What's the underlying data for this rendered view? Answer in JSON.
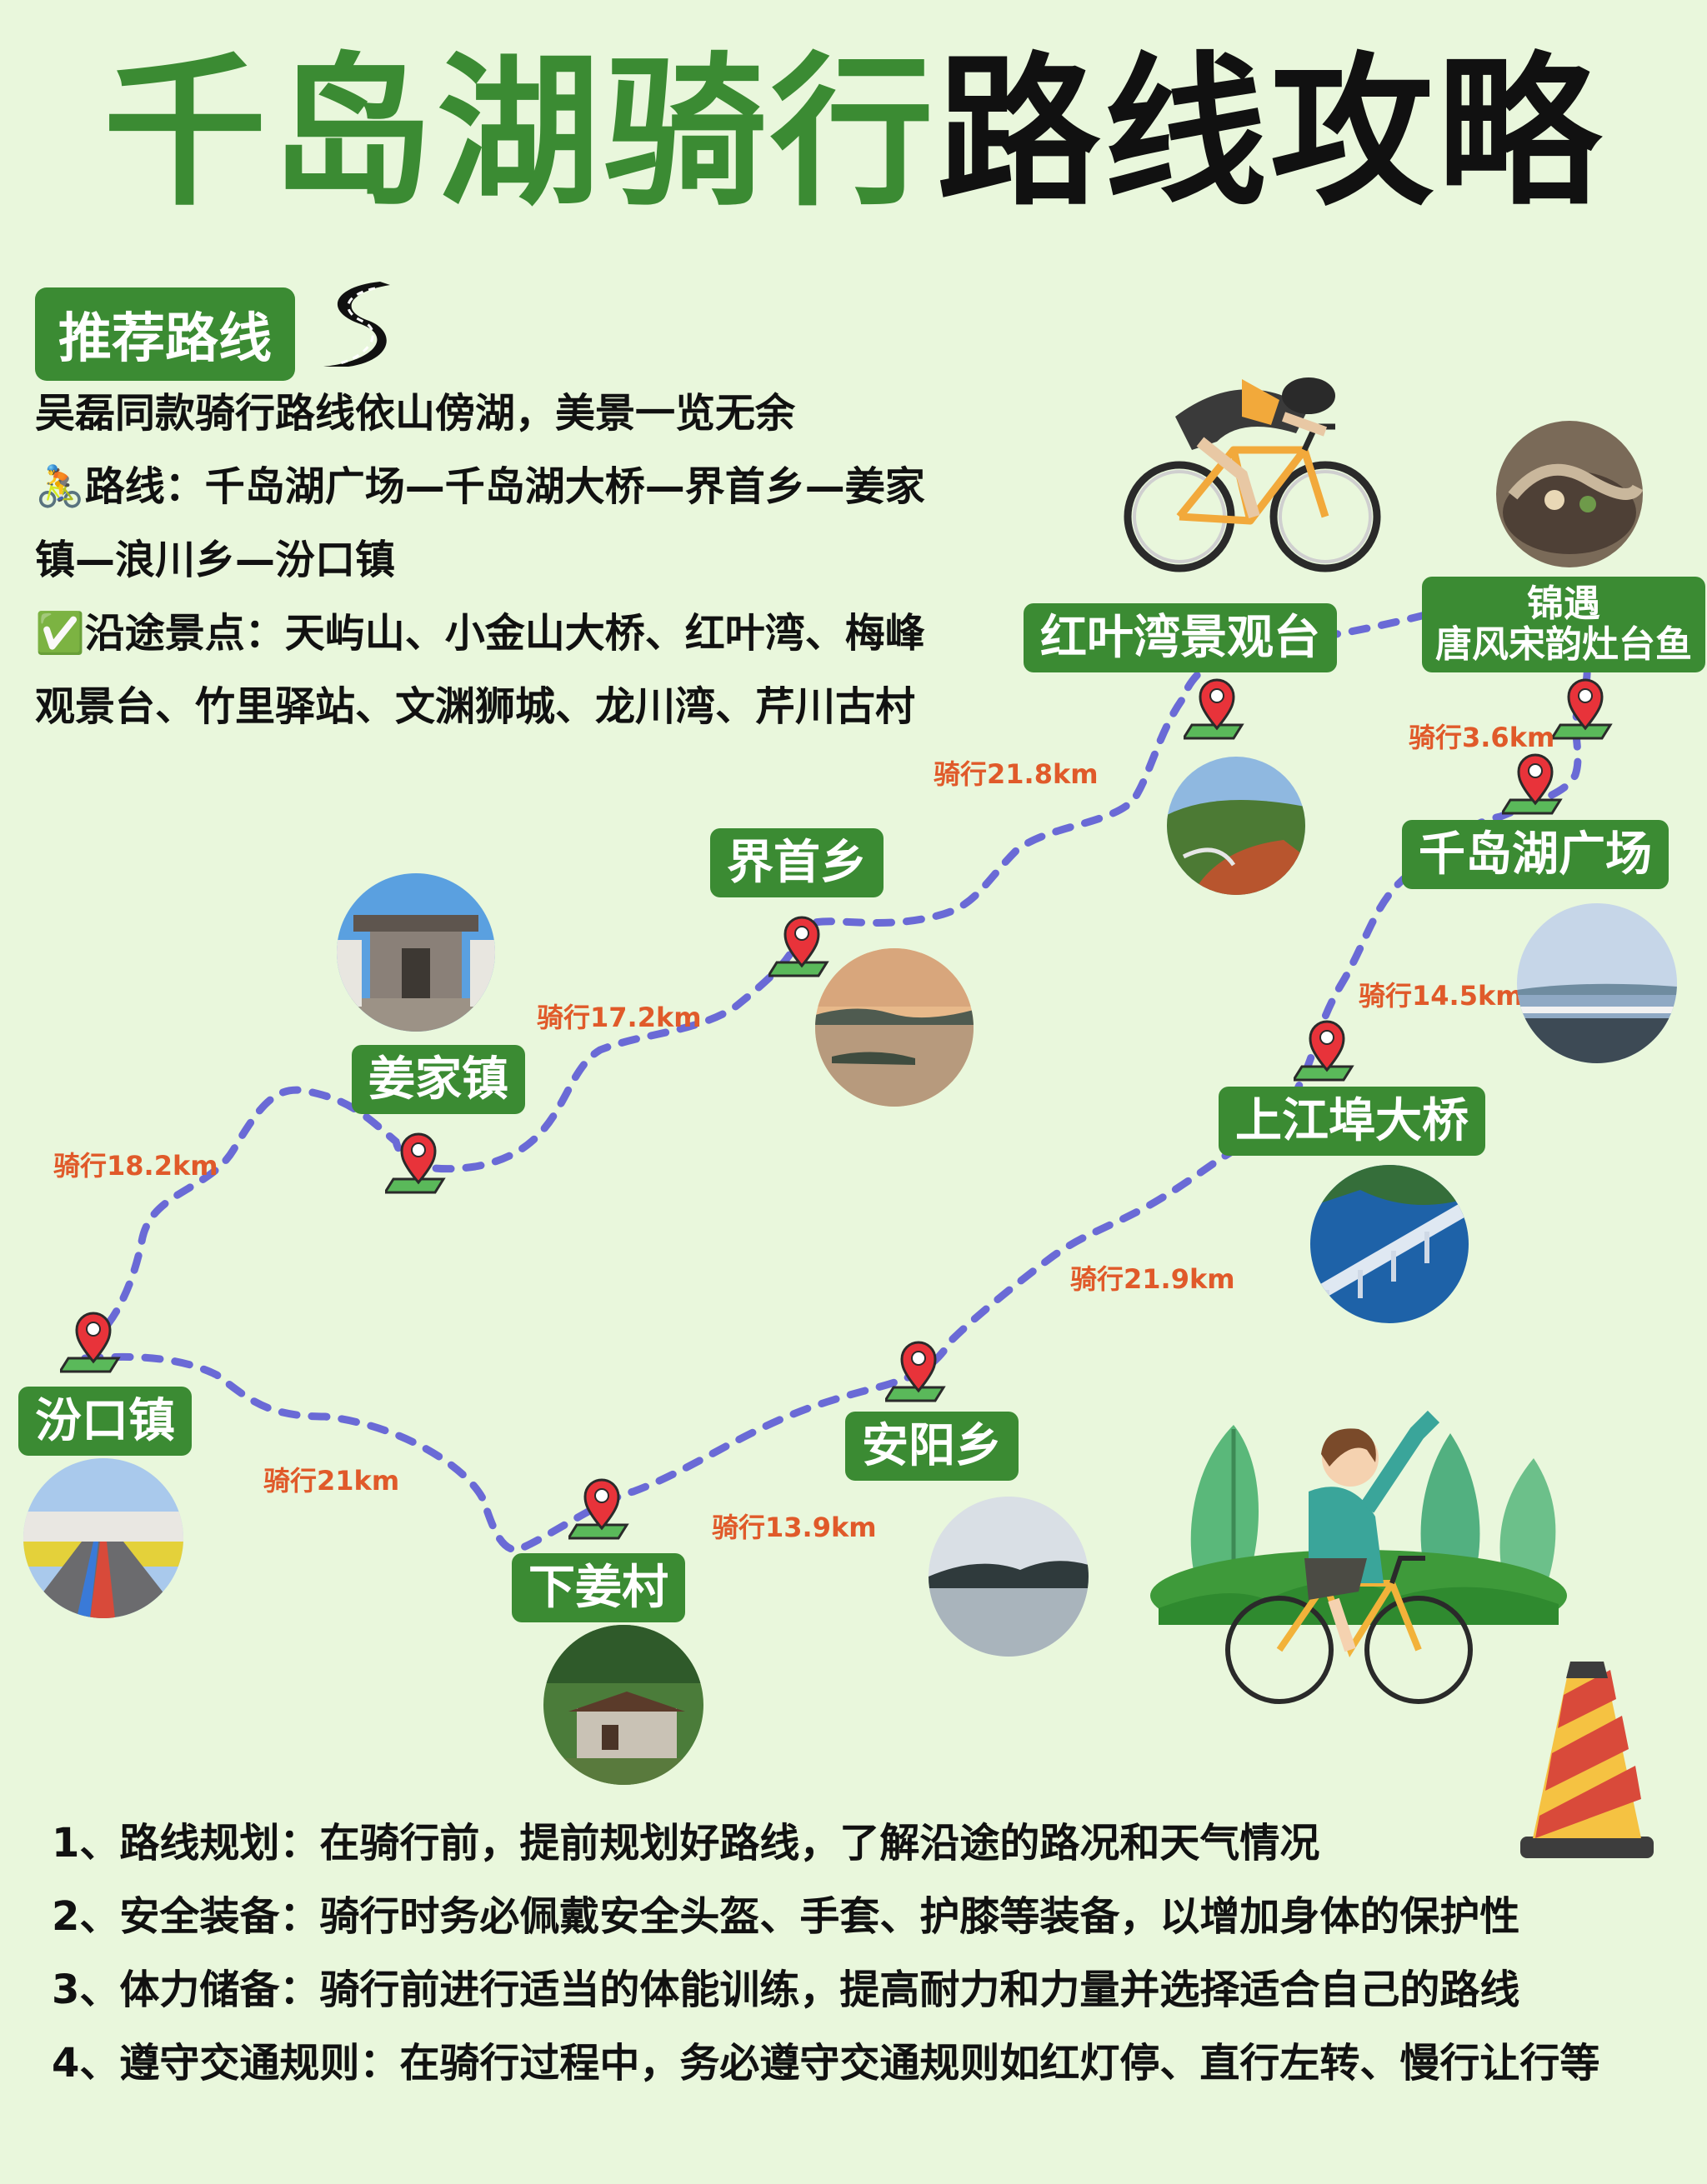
{
  "title": {
    "part_green": "千岛湖骑行",
    "part_black": "路线攻略"
  },
  "section_label": "推荐路线",
  "intro": {
    "line1": "吴磊同款骑行路线依山傍湖，美景一览无余",
    "route_line1": "🚴路线：千岛湖广场—千岛湖大桥—界首乡—姜家",
    "route_line2": "镇—浪川乡—汾口镇",
    "sights_line1": "✅沿途景点：天屿山、小金山大桥、红叶湾、梅峰",
    "sights_line2": "观景台、竹里驿站、文渊狮城、龙川湾、芹川古村"
  },
  "places": {
    "jinyu": "锦遇",
    "jinyu_sub": "唐风宋韵灶台鱼",
    "hongyewan": "红叶湾景观台",
    "qiandaohu_square": "千岛湖广场",
    "shangjiangbu": "上江埠大桥",
    "jieshou": "界首乡",
    "jiangjia": "姜家镇",
    "fenkou": "汾口镇",
    "xiajiang": "下姜村",
    "anyang": "安阳乡"
  },
  "distances": {
    "d1": "骑行3.6km",
    "d2": "骑行21.8km",
    "d3": "骑行14.5km",
    "d4": "骑行17.2km",
    "d5": "骑行18.2km",
    "d6": "骑行21.9km",
    "d7": "骑行21km",
    "d8": "骑行13.9km"
  },
  "tips": [
    "1、路线规划：在骑行前，提前规划好路线，了解沿途的路况和天气情况",
    "2、安全装备：骑行时务必佩戴安全头盔、手套、护膝等装备，以增加身体的保护性",
    "3、体力储备：骑行前进行适当的体能训练，提高耐力和力量并选择适合自己的路线",
    "4、遵守交通规则：在骑行过程中，务必遵守交通规则如红灯停、直行左转、慢行让行等"
  ],
  "colors": {
    "green": "#3b8b33",
    "route": "#6a6ad6",
    "distance": "#e05a2a",
    "background": "#e9f7dc",
    "marker": "#e8333a"
  },
  "icons": [
    "road-icon",
    "map-marker-icon",
    "cyclist-illustration",
    "traffic-cone-icon",
    "leaf-plant-icon"
  ]
}
